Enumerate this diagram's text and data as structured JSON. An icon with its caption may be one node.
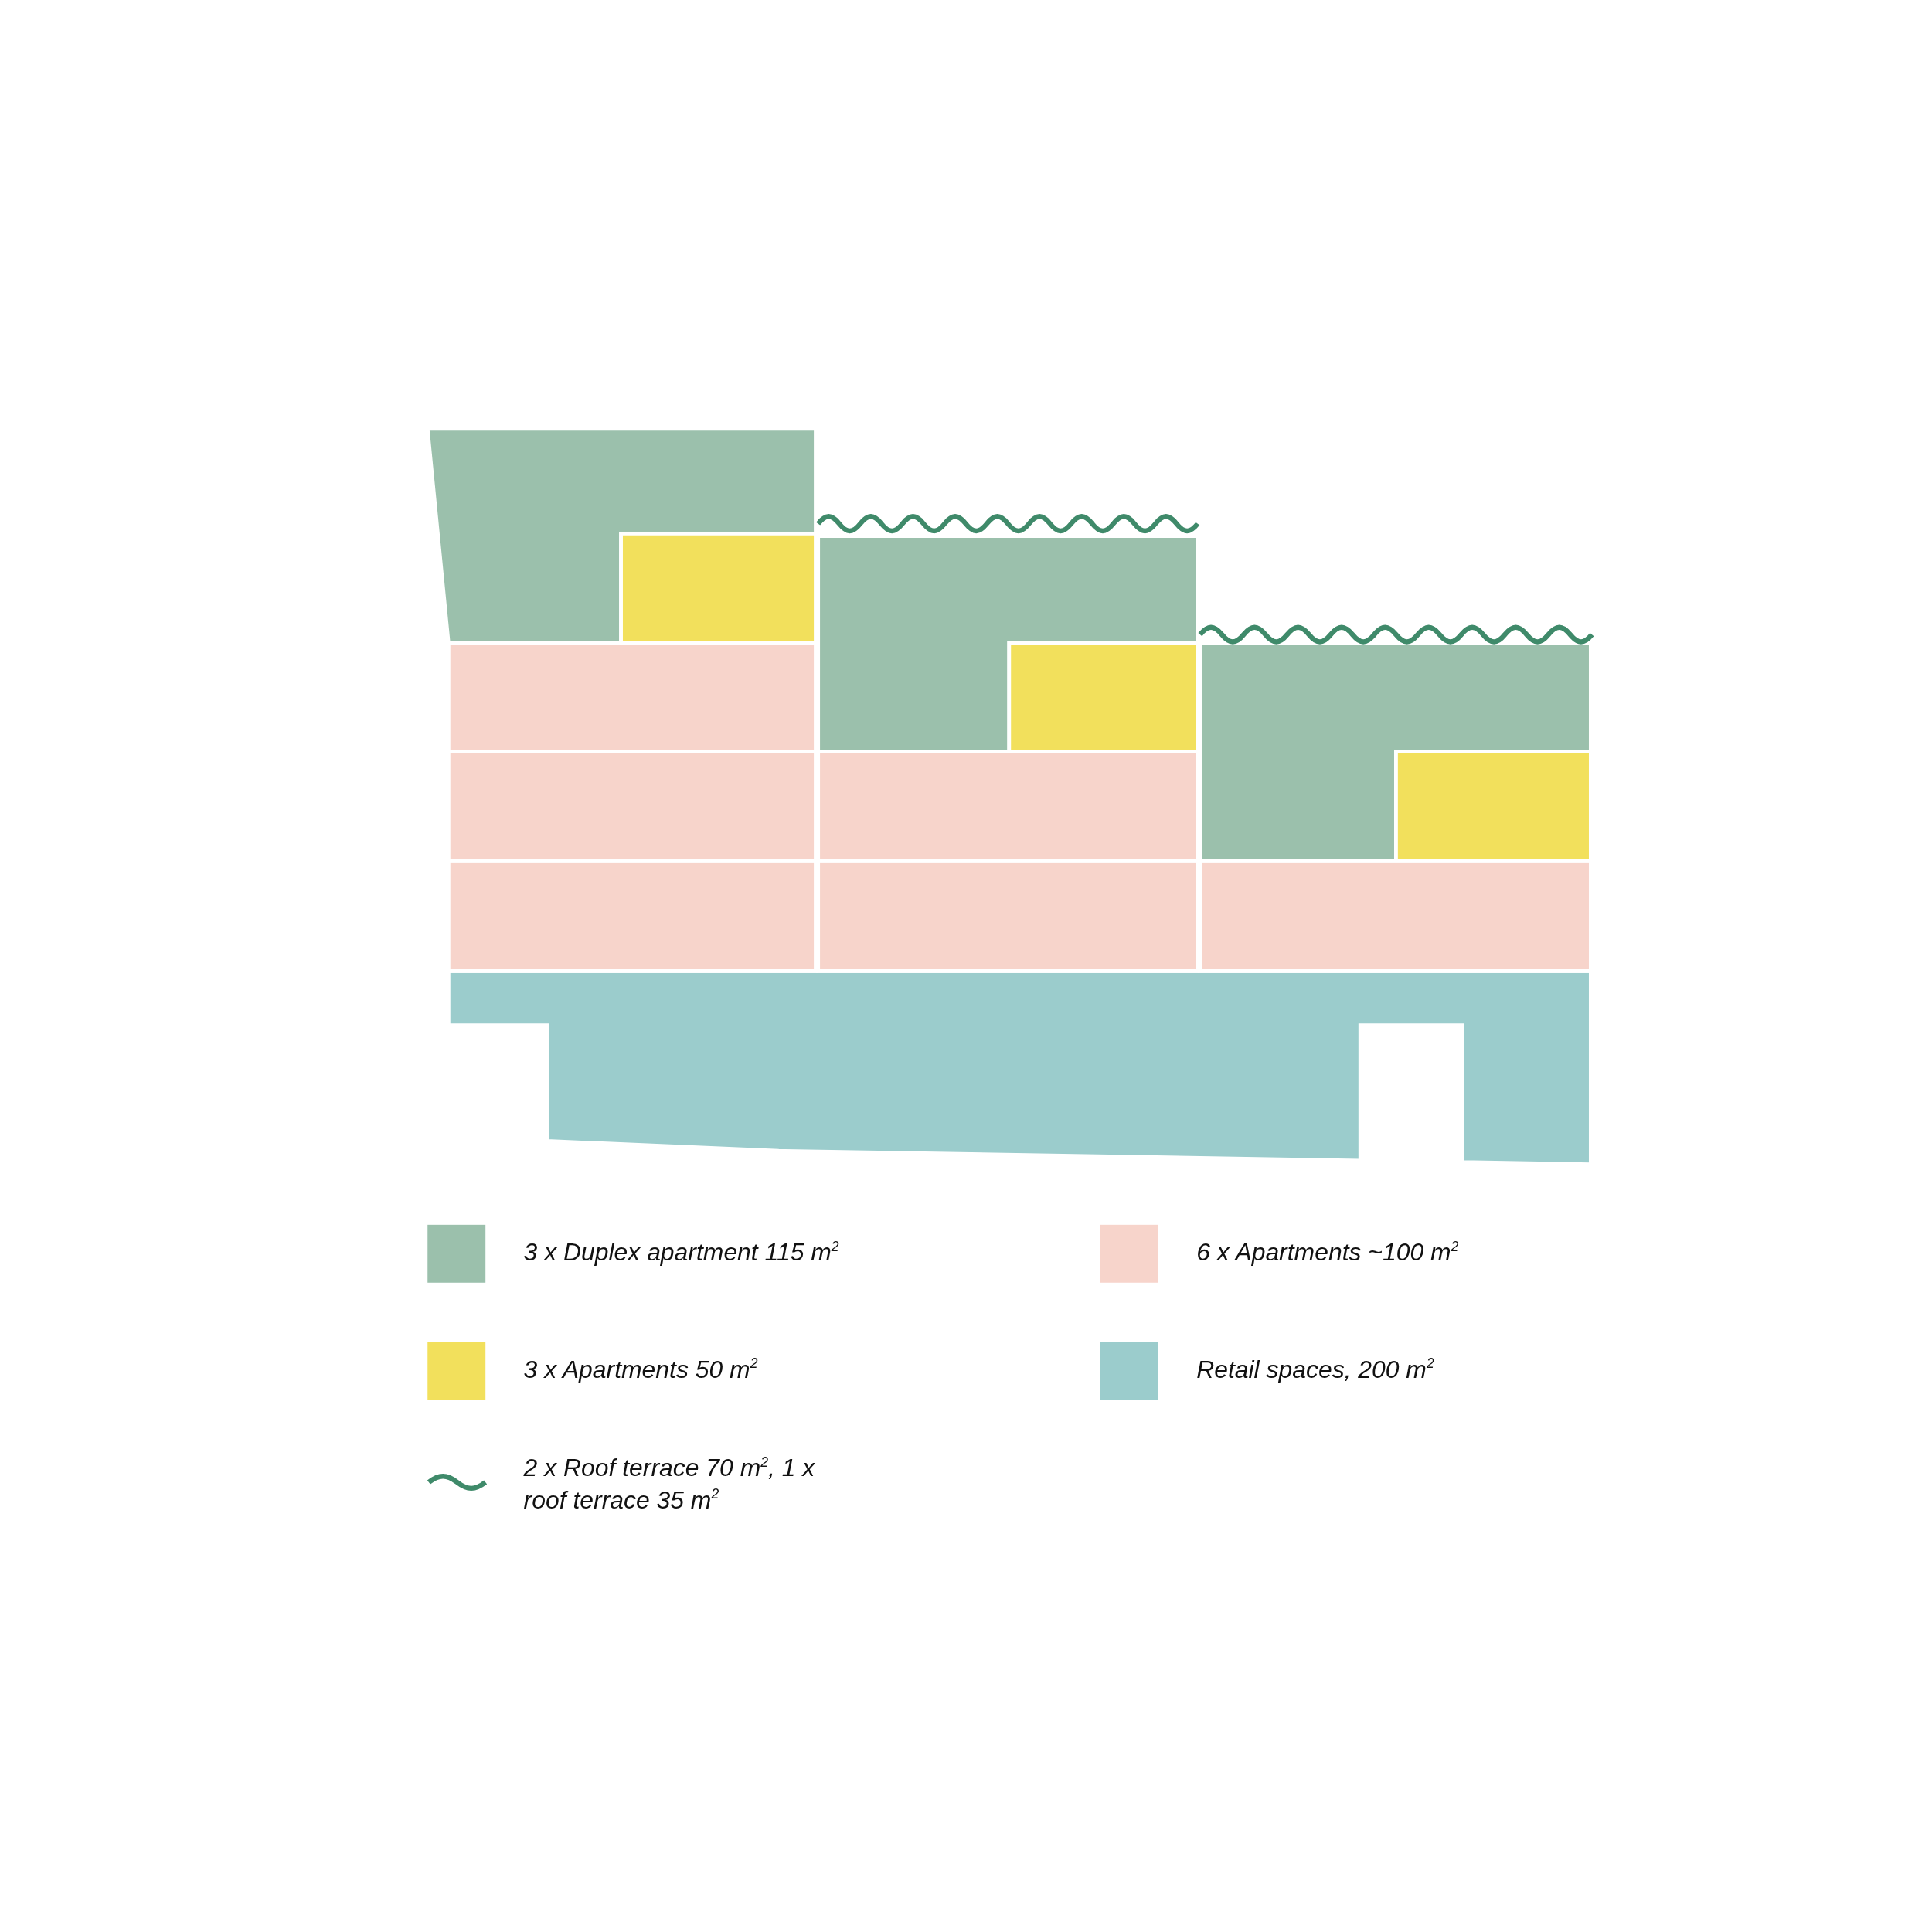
{
  "diagram": {
    "legend": [
      {
        "text": "3 x Duplex apartment 115 m$^{2}$",
        "color": "#9bc0ac"
      },
      {
        "text": "6 x Apartments ~100 m$^{2}$",
        "color": "#f7d4cb"
      },
      {
        "text": "3 x Apartments 50 m$^{2}$",
        "color": "#f2e05c"
      },
      {
        "text": "Retail spaces, 200 m$^{2}$",
        "color": "#9bcccc"
      },
      {
        "text": "2 x Roof terrace 70 m$^{2}$, 1 x roof terrace 35 m$^{2}$"
      }
    ]
  }
}
